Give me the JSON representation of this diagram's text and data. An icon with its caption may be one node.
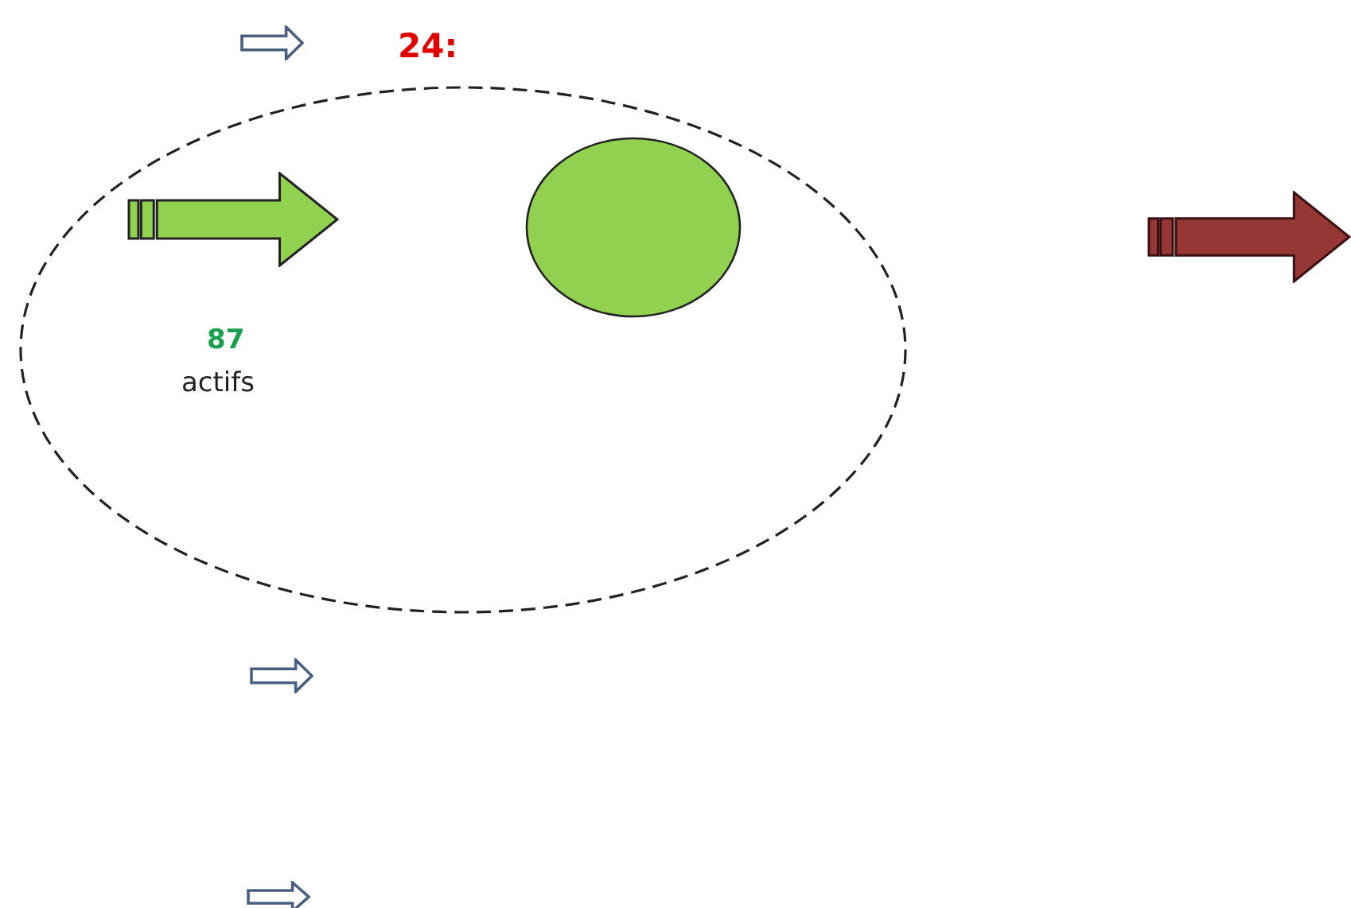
{
  "diagram": {
    "nodes": [
      {
        "text": [
          "24:"
        ]
      },
      {
        "text": [],
        "shape": "circle",
        "in": 0
      }
    ],
    "edges": [],
    "labels": [
      "87",
      "actifs"
    ]
  }
}
